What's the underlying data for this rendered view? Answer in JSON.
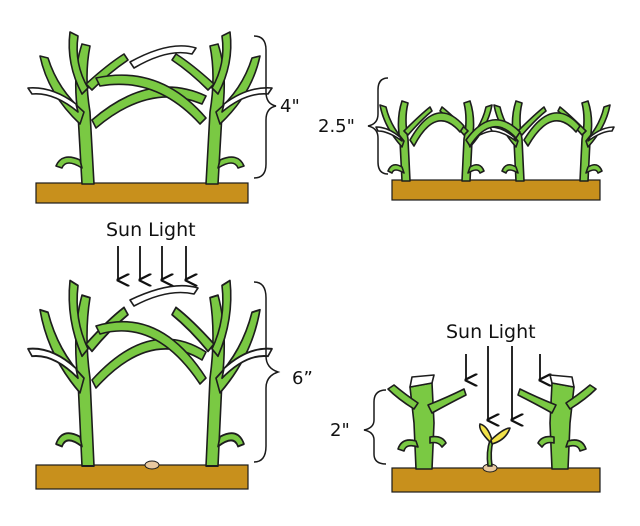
{
  "colors": {
    "plant": "#7ac943",
    "soil": "#c8901c",
    "seed": "#e8c9a0",
    "outline": "#1d1d1d"
  },
  "panels": {
    "top_left": {
      "height_label": "4\""
    },
    "top_right": {
      "height_label": "2.5\""
    },
    "bottom_left": {
      "height_label": "6”",
      "sun_label": "Sun Light"
    },
    "bottom_right": {
      "height_label": "2\"",
      "sun_label": "Sun Light"
    }
  },
  "icons": [
    "grass-plant-icon",
    "seedling-icon",
    "seed-icon",
    "sunlight-arrow-icon",
    "height-brace-icon"
  ]
}
